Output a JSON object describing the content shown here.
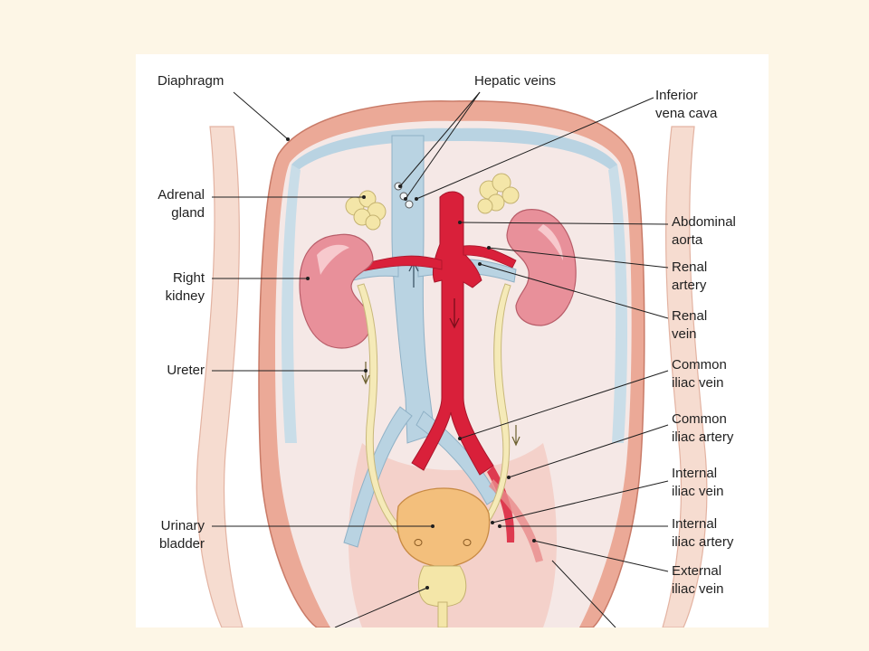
{
  "labels": {
    "diaphragm": [
      "Diaphragm"
    ],
    "hepatic_veins": [
      "Hepatic veins"
    ],
    "inferior_vena_cava": [
      "Inferior",
      "vena cava"
    ],
    "adrenal_gland": [
      "Adrenal",
      "gland"
    ],
    "abdominal_aorta": [
      "Abdominal",
      "aorta"
    ],
    "right_kidney": [
      "Right",
      "kidney"
    ],
    "renal_artery": [
      "Renal",
      "artery"
    ],
    "renal_vein": [
      "Renal",
      "vein"
    ],
    "ureter": [
      "Ureter"
    ],
    "common_iliac_vein": [
      "Common",
      "iliac vein"
    ],
    "common_iliac_artery": [
      "Common",
      "iliac artery"
    ],
    "internal_iliac_vein": [
      "Internal",
      "iliac vein"
    ],
    "urinary_bladder": [
      "Urinary",
      "bladder"
    ],
    "internal_iliac_artery": [
      "Internal",
      "iliac artery"
    ],
    "external_iliac_vein": [
      "External",
      "iliac vein"
    ]
  },
  "colors": {
    "background": "#fdf6e6",
    "vein": "#b9d3e2",
    "artery": "#d9203a",
    "kidney": "#e8909a",
    "adrenal": "#f4e6a8",
    "bladder": "#f3bf7c",
    "ureter": "#f5eab8",
    "body_wall": "#e8a893"
  }
}
